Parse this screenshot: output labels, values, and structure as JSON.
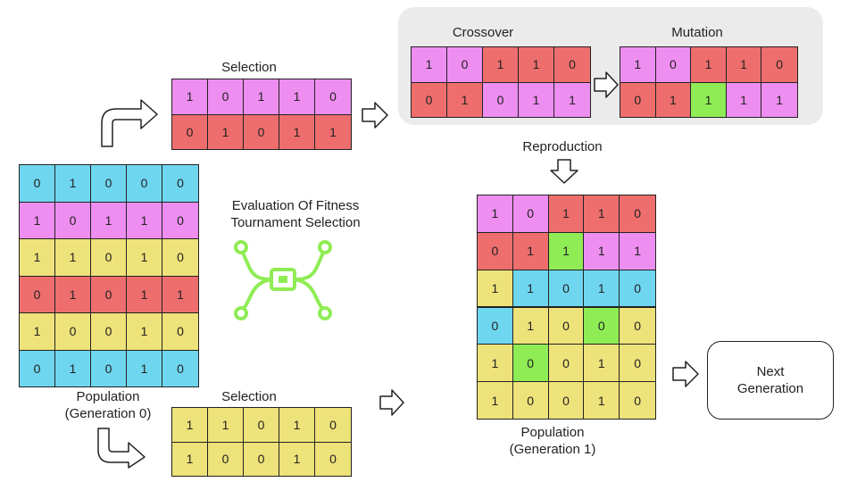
{
  "colors": {
    "blue": "#6fd6f0",
    "pink": "#ee8ef0",
    "yellow": "#eee27a",
    "red": "#ee6e6e",
    "green": "#8fec55",
    "icon": "#8fec55"
  },
  "labels": {
    "selection_top": "Selection",
    "crossover": "Crossover",
    "mutation": "Mutation",
    "reproduction": "Reproduction",
    "evaluation_line1": "Evaluation Of Fitness",
    "evaluation_line2": "Tournament Selection",
    "population0_line1": "Population",
    "population0_line2": "(Generation 0)",
    "selection_bottom": "Selection",
    "population1_line1": "Population",
    "population1_line2": "(Generation 1)",
    "next_line1": "Next",
    "next_line2": "Generation"
  },
  "grids": {
    "population0": [
      {
        "bits": [
          "0",
          "1",
          "0",
          "0",
          "0"
        ],
        "colors": [
          "blue",
          "blue",
          "blue",
          "blue",
          "blue"
        ]
      },
      {
        "bits": [
          "1",
          "0",
          "1",
          "1",
          "0"
        ],
        "colors": [
          "pink",
          "pink",
          "pink",
          "pink",
          "pink"
        ]
      },
      {
        "bits": [
          "1",
          "1",
          "0",
          "1",
          "0"
        ],
        "colors": [
          "yellow",
          "yellow",
          "yellow",
          "yellow",
          "yellow"
        ]
      },
      {
        "bits": [
          "0",
          "1",
          "0",
          "1",
          "1"
        ],
        "colors": [
          "red",
          "red",
          "red",
          "red",
          "red"
        ]
      },
      {
        "bits": [
          "1",
          "0",
          "0",
          "1",
          "0"
        ],
        "colors": [
          "yellow",
          "yellow",
          "yellow",
          "yellow",
          "yellow"
        ]
      },
      {
        "bits": [
          "0",
          "1",
          "0",
          "1",
          "0"
        ],
        "colors": [
          "blue",
          "blue",
          "blue",
          "blue",
          "blue"
        ]
      }
    ],
    "selection_top": [
      {
        "bits": [
          "1",
          "0",
          "1",
          "1",
          "0"
        ],
        "colors": [
          "pink",
          "pink",
          "pink",
          "pink",
          "pink"
        ]
      },
      {
        "bits": [
          "0",
          "1",
          "0",
          "1",
          "1"
        ],
        "colors": [
          "red",
          "red",
          "red",
          "red",
          "red"
        ]
      }
    ],
    "crossover": [
      {
        "bits": [
          "1",
          "0",
          "1",
          "1",
          "0"
        ],
        "colors": [
          "pink",
          "pink",
          "red",
          "red",
          "red"
        ]
      },
      {
        "bits": [
          "0",
          "1",
          "0",
          "1",
          "1"
        ],
        "colors": [
          "red",
          "red",
          "pink",
          "pink",
          "pink"
        ]
      }
    ],
    "mutation": [
      {
        "bits": [
          "1",
          "0",
          "1",
          "1",
          "0"
        ],
        "colors": [
          "pink",
          "pink",
          "red",
          "red",
          "red"
        ]
      },
      {
        "bits": [
          "0",
          "1",
          "1",
          "1",
          "1"
        ],
        "colors": [
          "red",
          "red",
          "green",
          "pink",
          "pink"
        ]
      }
    ],
    "selection_bottom": [
      {
        "bits": [
          "1",
          "1",
          "0",
          "1",
          "0"
        ],
        "colors": [
          "yellow",
          "yellow",
          "yellow",
          "yellow",
          "yellow"
        ]
      },
      {
        "bits": [
          "1",
          "0",
          "0",
          "1",
          "0"
        ],
        "colors": [
          "yellow",
          "yellow",
          "yellow",
          "yellow",
          "yellow"
        ]
      }
    ],
    "population1": [
      {
        "bits": [
          "1",
          "0",
          "1",
          "1",
          "0"
        ],
        "colors": [
          "pink",
          "pink",
          "red",
          "red",
          "red"
        ]
      },
      {
        "bits": [
          "0",
          "1",
          "1",
          "1",
          "1"
        ],
        "colors": [
          "red",
          "red",
          "green",
          "pink",
          "pink"
        ]
      },
      {
        "bits": [
          "1",
          "1",
          "0",
          "1",
          "0"
        ],
        "colors": [
          "yellow",
          "blue",
          "blue",
          "blue",
          "blue"
        ]
      },
      {
        "bits": [
          "0",
          "1",
          "0",
          "0",
          "0"
        ],
        "colors": [
          "blue",
          "yellow",
          "yellow",
          "green",
          "yellow"
        ]
      },
      {
        "bits": [
          "1",
          "0",
          "0",
          "1",
          "0"
        ],
        "colors": [
          "yellow",
          "green",
          "yellow",
          "yellow",
          "yellow"
        ]
      },
      {
        "bits": [
          "1",
          "0",
          "0",
          "1",
          "0"
        ],
        "colors": [
          "yellow",
          "yellow",
          "yellow",
          "yellow",
          "yellow"
        ]
      }
    ]
  }
}
